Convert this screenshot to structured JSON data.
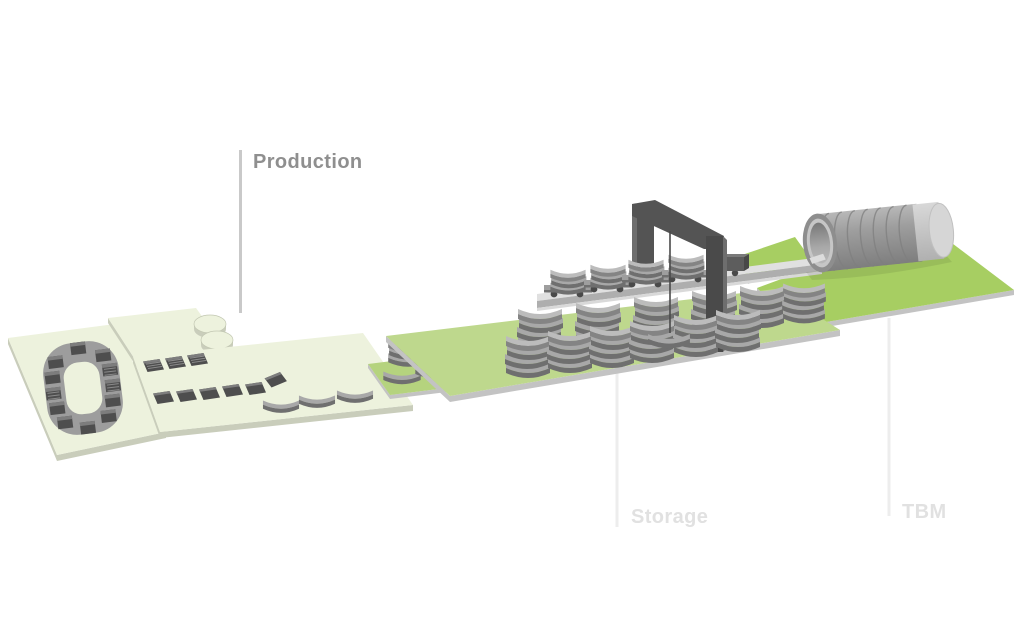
{
  "diagram": {
    "type": "process-flow",
    "subject": "tunnel-segment-production-line",
    "stages": [
      {
        "id": "production",
        "label": "Production",
        "emphasis": "dark"
      },
      {
        "id": "storage",
        "label": "Storage",
        "emphasis": "light"
      },
      {
        "id": "tbm",
        "label": "TBM",
        "emphasis": "light"
      }
    ]
  },
  "colors": {
    "bg": "#ffffff",
    "label_dark": "#8f8f8f",
    "label_light": "#e1e1e1",
    "line_dark": "#c9c9c9",
    "line_light": "#ededed",
    "cream": "#edf2dd",
    "cream_side": "#c9cdbb",
    "green_storage": "#bed88d",
    "green_tbm": "#a7ce62",
    "green_side": "#c3c3c3",
    "ring_gray": "#9d9d9d",
    "mold_dark": "#4e4e4e",
    "mold_lip": "#7d7d7d",
    "seg_top": "#a8a8a8",
    "seg_front": "#6f6f6f",
    "seg_top_light": "#bcbcbc",
    "seg_front_light": "#848484",
    "crane_dark": "#545454",
    "crane_mid": "#4a4a4a",
    "crane_light": "#6e6e6e",
    "rail_top": "#e0e0e0",
    "rail_side": "#aeaeae",
    "tunnel_ring": "#7f7f7f",
    "mouth_rim": "#8e8e8e",
    "mouth_inner": "#c6c6c6",
    "wagon_gray": "#9e9e9e",
    "wagon_front": "#707070",
    "loco_gray": "#5d5d5d"
  }
}
